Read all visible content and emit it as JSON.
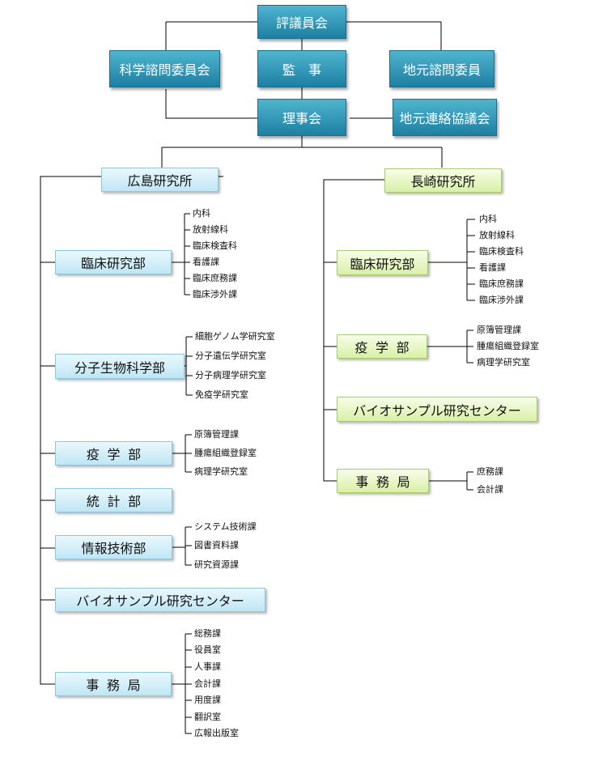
{
  "governance": {
    "council": "評議員会",
    "science_advisory": "科学諮問委員会",
    "auditor": "監　事",
    "local_advisory": "地元諮問委員",
    "board": "理事会",
    "local_liaison": "地元連絡協議会"
  },
  "hiroshima": {
    "title": "広島研究所",
    "clinical": {
      "label": "臨床研究部",
      "sections": [
        "内科",
        "放射線科",
        "臨床検査科",
        "看護課",
        "臨床庶務課",
        "臨床渉外課"
      ]
    },
    "molbio": {
      "label": "分子生物科学部",
      "sections": [
        "細胞ゲノム学研究室",
        "分子遺伝学研究室",
        "分子病理学研究室",
        "免疫学研究室"
      ]
    },
    "epi": {
      "label": "疫学部",
      "sections": [
        "原簿管理課",
        "腫瘍組織登録室",
        "病理学研究室"
      ]
    },
    "stats": {
      "label": "統計部"
    },
    "it": {
      "label": "情報技術部",
      "sections": [
        "システム技術課",
        "図書資料課",
        "研究資源課"
      ]
    },
    "biosample": {
      "label": "バイオサンプル研究センター"
    },
    "admin": {
      "label": "事務局",
      "sections": [
        "総務課",
        "役員室",
        "人事課",
        "会計課",
        "用度課",
        "翻訳室",
        "広報出版室"
      ]
    }
  },
  "nagasaki": {
    "title": "長崎研究所",
    "clinical": {
      "label": "臨床研究部",
      "sections": [
        "内科",
        "放射線科",
        "臨床検査科",
        "看護課",
        "臨床庶務課",
        "臨床渉外課"
      ]
    },
    "epi": {
      "label": "疫学部",
      "sections": [
        "原簿管理課",
        "腫瘍組織登録室",
        "病理学研究室"
      ]
    },
    "biosample": {
      "label": "バイオサンプル研究センター"
    },
    "admin": {
      "label": "事務局",
      "sections": [
        "庶務課",
        "会計課"
      ]
    }
  },
  "colors": {
    "top_box": "#2a8fb1",
    "hiroshima_box": "#cdeef8",
    "nagasaki_box": "#e6f6c4",
    "line": "#000000"
  }
}
